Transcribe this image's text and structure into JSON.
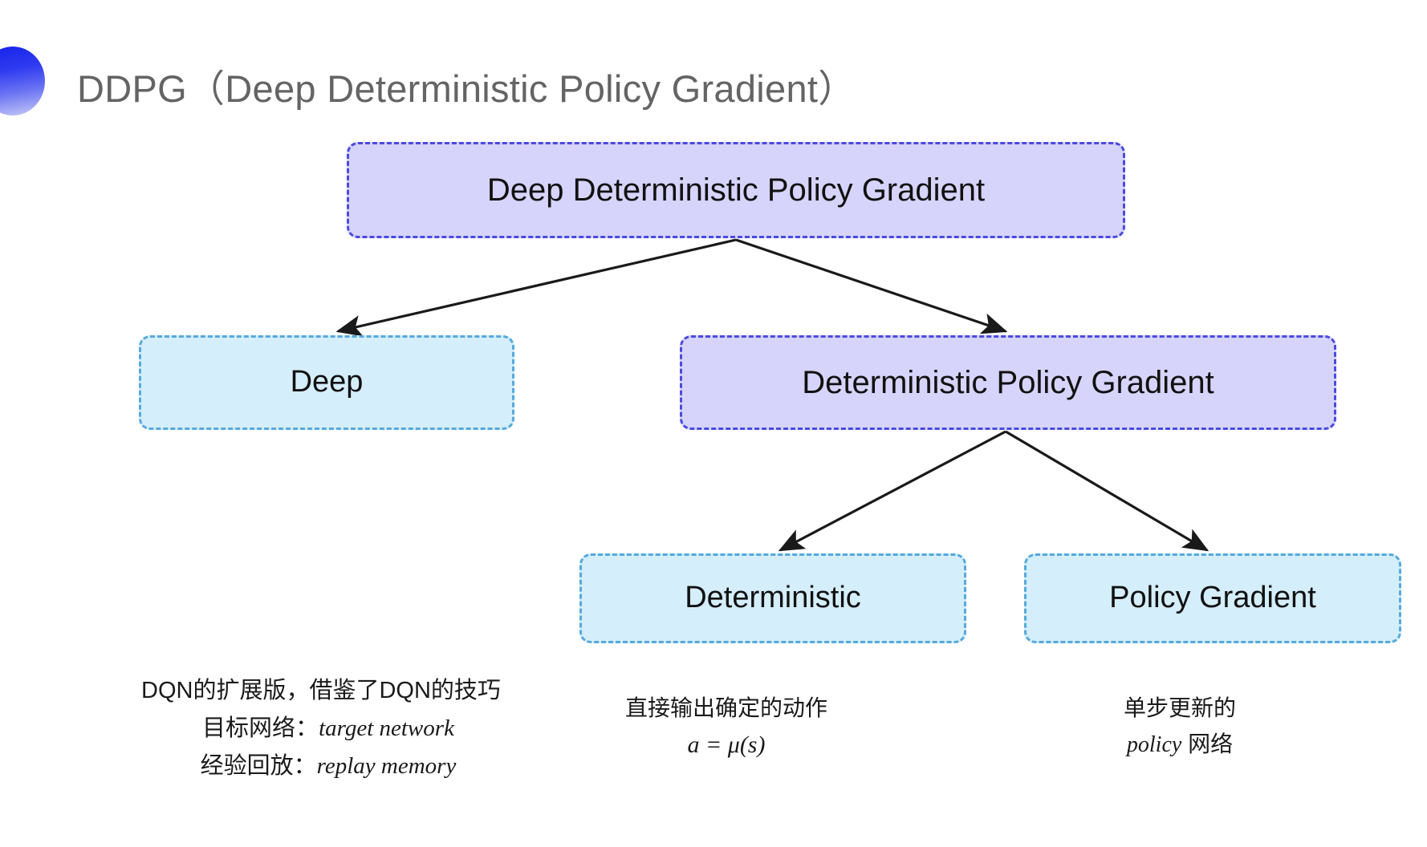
{
  "title": "DDPG（Deep Deterministic Policy Gradient）",
  "colors": {
    "purple_fill": "#d6d4fb",
    "purple_border": "#4b4ae0",
    "blue_fill": "#d4eefb",
    "blue_border": "#56a9dd",
    "title_text": "#646464",
    "accent_blob": "#1522e8",
    "arrow": "#1a1a1a"
  },
  "nodes": {
    "root": "Deep Deterministic Policy Gradient",
    "deep": "Deep",
    "dpg": "Deterministic Policy Gradient",
    "deterministic": "Deterministic",
    "policy_gradient": "Policy Gradient"
  },
  "annotations": {
    "left": {
      "line1": "DQN的扩展版，借鉴了DQN的技巧",
      "line2_label": "目标网络：",
      "line2_term": "target network",
      "line3_label": "经验回放：",
      "line3_term": "replay memory"
    },
    "middle": {
      "line1": "直接输出确定的动作",
      "formula": "a = μ(s)"
    },
    "right": {
      "line1": "单步更新的",
      "line2_term": "policy",
      "line2_suffix": " 网络"
    }
  },
  "edges": [
    {
      "from": "root",
      "to": "deep"
    },
    {
      "from": "root",
      "to": "dpg"
    },
    {
      "from": "dpg",
      "to": "deterministic"
    },
    {
      "from": "dpg",
      "to": "policy_gradient"
    }
  ]
}
